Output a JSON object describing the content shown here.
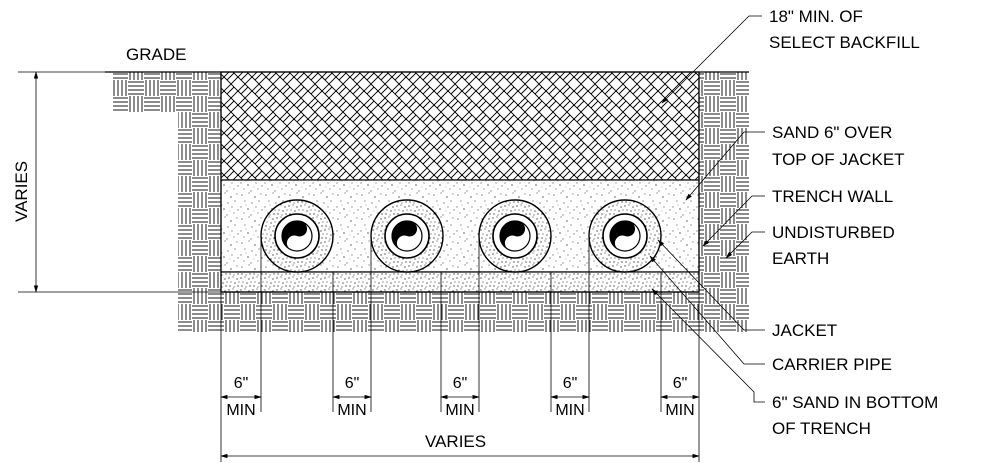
{
  "labels": {
    "grade": "GRADE",
    "backfill_1": "18\" MIN. OF",
    "backfill_2": "SELECT BACKFILL",
    "sand_over_1": "SAND 6\" OVER",
    "sand_over_2": "TOP OF JACKET",
    "trench_wall": "TRENCH WALL",
    "earth_1": "UNDISTURBED",
    "earth_2": "EARTH",
    "jacket": "JACKET",
    "carrier_pipe": "CARRIER PIPE",
    "sand_bottom_1": "6\" SAND IN BOTTOM",
    "sand_bottom_2": "OF TRENCH",
    "varies_vertical": "VARIES",
    "varies_horizontal": "VARIES"
  },
  "spacing": [
    {
      "top": "6\"",
      "bottom": "MIN"
    },
    {
      "top": "6\"",
      "bottom": "MIN"
    },
    {
      "top": "6\"",
      "bottom": "MIN"
    },
    {
      "top": "6\"",
      "bottom": "MIN"
    },
    {
      "top": "6\"",
      "bottom": "MIN"
    }
  ],
  "pipe_count": 4
}
